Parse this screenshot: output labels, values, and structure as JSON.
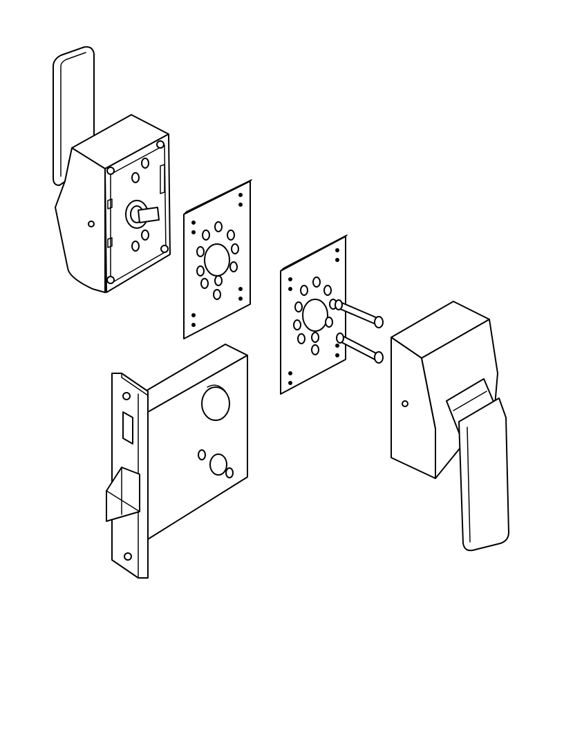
{
  "figure": {
    "background_color": "#ffffff",
    "line_color": "#000000",
    "components": [
      "left-lever-trim",
      "left-mounting-plate",
      "right-mounting-plate",
      "mounting-screws",
      "mortise-lock-body",
      "right-lever-trim"
    ]
  }
}
